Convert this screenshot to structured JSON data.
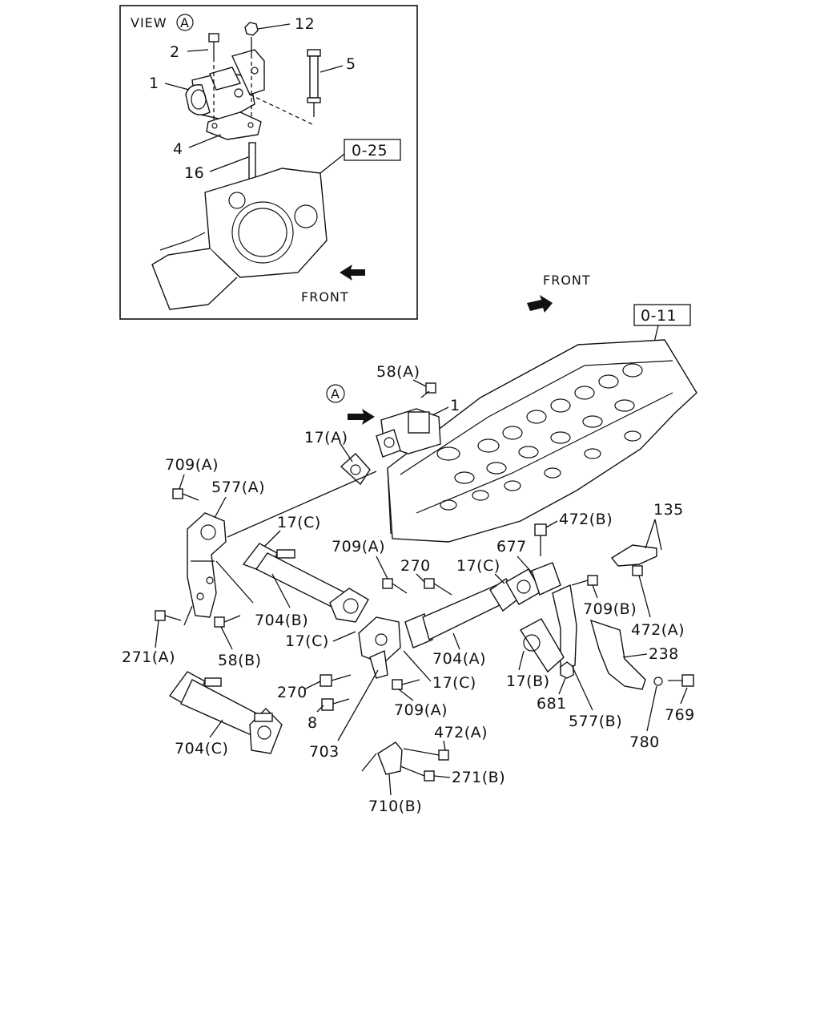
{
  "inset": {
    "title": "VIEW",
    "title_marker": "A",
    "front_label": "FRONT",
    "ref_box": "0-25",
    "callouts": [
      "1",
      "2",
      "4",
      "5",
      "12",
      "16"
    ]
  },
  "main": {
    "front_label": "FRONT",
    "ref_box": "0-11",
    "view_marker": "A",
    "callouts": {
      "c58a": "58(A)",
      "c1": "1",
      "c17a": "17(A)",
      "c709a_1": "709(A)",
      "c577a": "577(A)",
      "c17c_1": "17(C)",
      "c709a_2": "709(A)",
      "c270_1": "270",
      "c17c_2": "17(C)",
      "c677": "677",
      "c472b": "472(B)",
      "c135": "135",
      "c709b": "709(B)",
      "c472a_1": "472(A)",
      "c238": "238",
      "c704b": "704(B)",
      "c17c_3": "17(C)",
      "c704a": "704(A)",
      "c271a": "271(A)",
      "c58b": "58(B)",
      "c270_2": "270",
      "c17c_4": "17(C)",
      "c17b": "17(B)",
      "c681": "681",
      "c577b": "577(B)",
      "c769": "769",
      "c780": "780",
      "c8": "8",
      "c709a_3": "709(A)",
      "c703": "703",
      "c472a_2": "472(A)",
      "c704c": "704(C)",
      "c271b": "271(B)",
      "c710b": "710(B)"
    }
  }
}
